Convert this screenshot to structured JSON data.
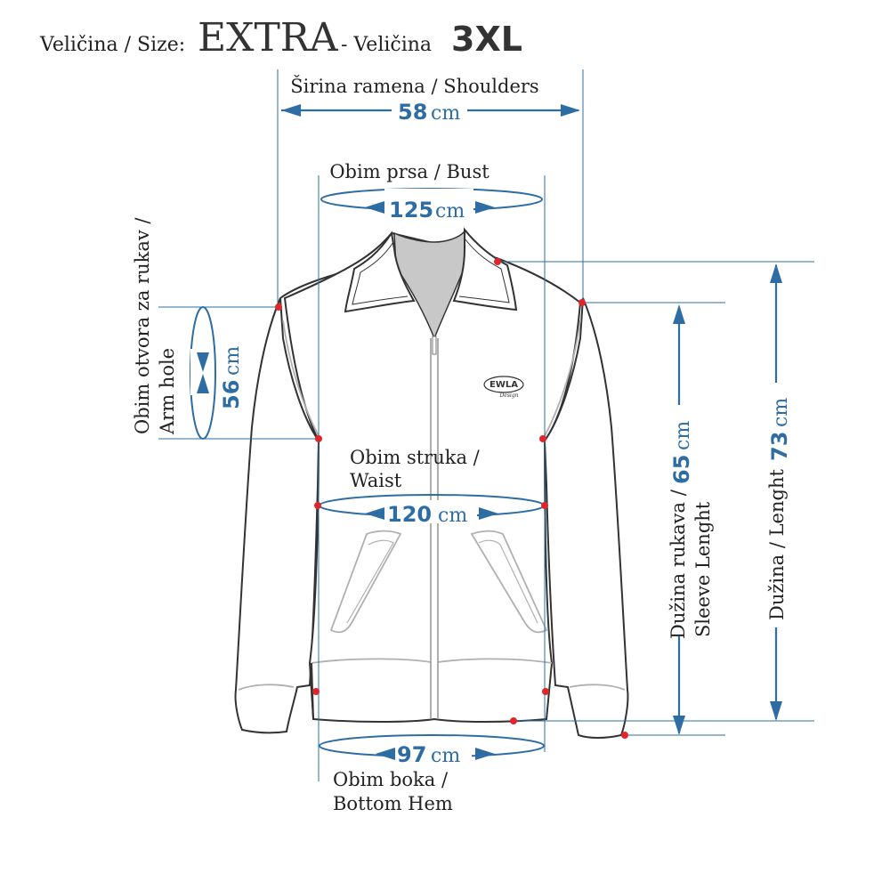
{
  "header": {
    "size_label": "Veličina / Size:",
    "brand": "EXTRA",
    "size_label_2": "- Veličina",
    "size_value": "3XL"
  },
  "colors": {
    "accent": "#2e6da4",
    "outline": "#333333",
    "inner_seam": "#b0b0b0",
    "collar_fill": "#c8c8c8",
    "marker": "#e0262b"
  },
  "measurements": {
    "shoulders": {
      "label": "Širina ramena / Shoulders",
      "value": "58",
      "unit": "cm"
    },
    "bust": {
      "label": "Obim prsa / Bust",
      "value": "125",
      "unit": "cm"
    },
    "arm_hole": {
      "label_1": "Obim otvora za rukav /",
      "label_2": "Arm hole",
      "value": "56",
      "unit": "cm"
    },
    "waist": {
      "label_1": "Obim struka /",
      "label_2": "Waist",
      "value": "120",
      "unit": "cm"
    },
    "bottom_hem": {
      "label_1": "Obim boka /",
      "label_2": "Bottom Hem",
      "value": "97",
      "unit": "cm"
    },
    "sleeve_length": {
      "label_1": "Dužina rukava /",
      "label_2": "Sleeve Lenght",
      "value": "65",
      "unit": "cm"
    },
    "length": {
      "label": "Dužina / Lenght",
      "value": "73",
      "unit": "cm"
    }
  },
  "logo": {
    "text": "EWLA",
    "sub": "Design"
  }
}
